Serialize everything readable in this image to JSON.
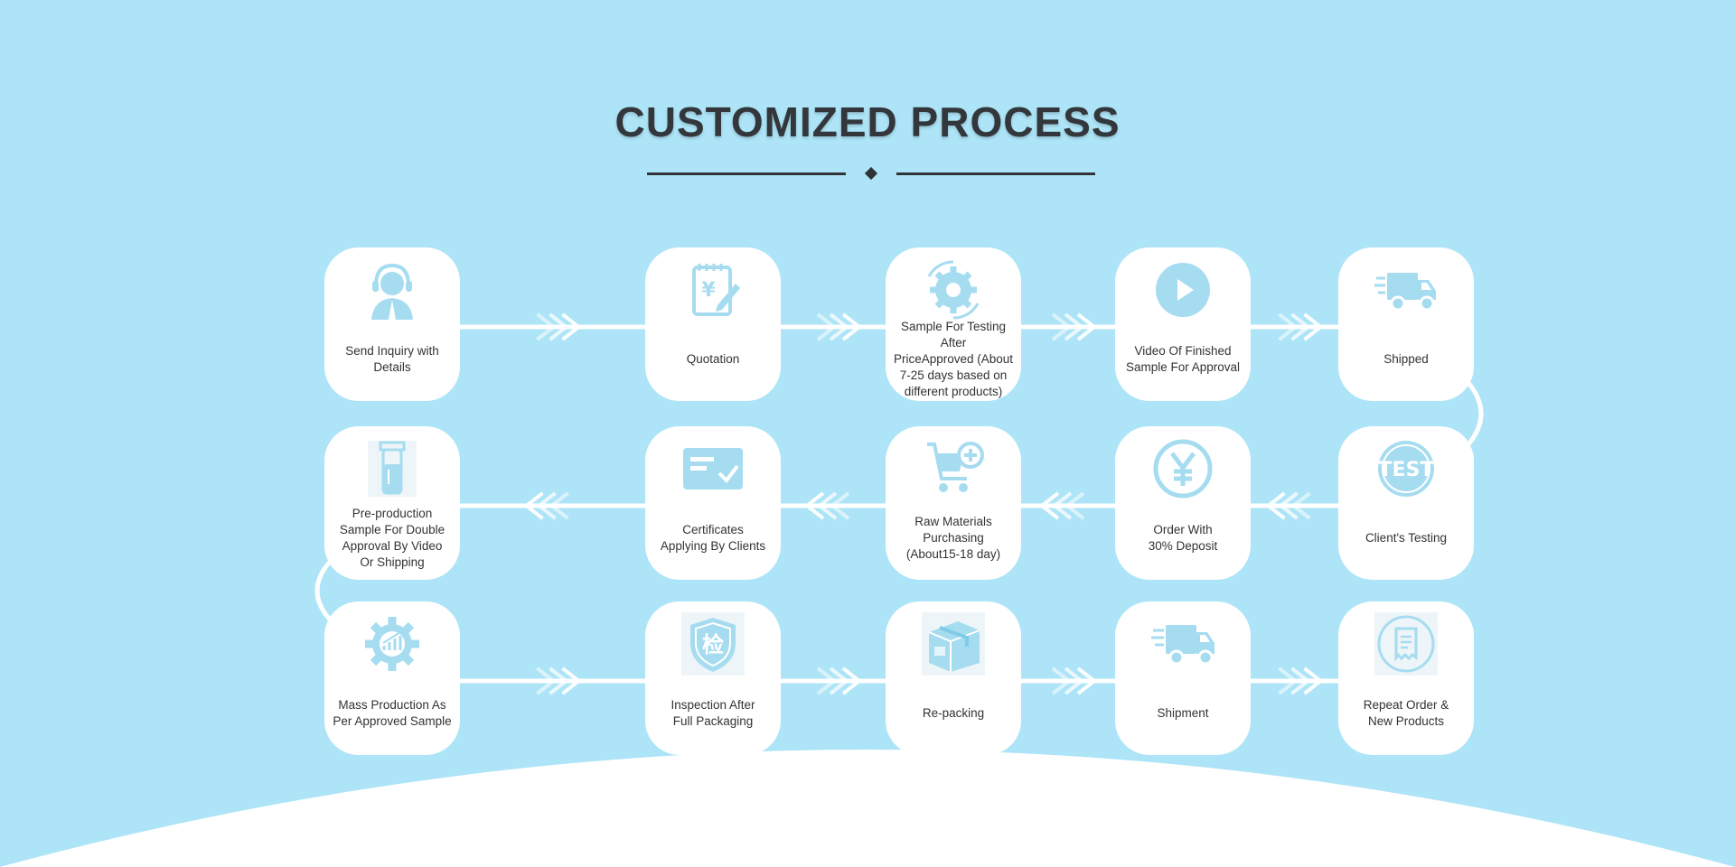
{
  "header": {
    "title": "CUSTOMIZED PROCESS"
  },
  "colors": {
    "background": "#ade4f7",
    "card": "#ffffff",
    "icon": "#a6dcf0",
    "icon_dark": "#7fcbe8",
    "title": "#33373b"
  },
  "steps": [
    {
      "label": "Send Inquiry with\nDetails",
      "icon": "headset-agent-icon"
    },
    {
      "label": "Quotation",
      "icon": "yen-notepad-icon"
    },
    {
      "label": "Sample For Testing After\nPriceApproved (About\n7-25 days based on\ndifferent products)",
      "icon": "gear-cycle-icon"
    },
    {
      "label": "Video Of Finished\nSample For Approval",
      "icon": "play-video-icon"
    },
    {
      "label": "Shipped",
      "icon": "delivery-truck-icon"
    },
    {
      "label": "Client's Testing",
      "icon": "test-badge-icon",
      "icon_text": "TEST"
    },
    {
      "label": "Order With\n30% Deposit",
      "icon": "yen-coin-icon"
    },
    {
      "label": "Raw Materials\nPurchasing\n(About15-18 day)",
      "icon": "shopping-cart-icon"
    },
    {
      "label": "Certificates\nApplying By Clients",
      "icon": "certificate-icon"
    },
    {
      "label": "Pre-production\nSample For Double\nApproval By Video\nOr Shipping",
      "icon": "sample-bottle-icon"
    },
    {
      "label": "Mass Production As\nPer Approved Sample",
      "icon": "production-gear-icon"
    },
    {
      "label": "Inspection After\nFull Packaging",
      "icon": "inspection-shield-icon",
      "icon_text": "检"
    },
    {
      "label": "Re-packing",
      "icon": "package-box-icon"
    },
    {
      "label": "Shipment",
      "icon": "shipment-truck-icon"
    },
    {
      "label": "Repeat Order &\nNew Products",
      "icon": "repeat-order-icon"
    }
  ]
}
